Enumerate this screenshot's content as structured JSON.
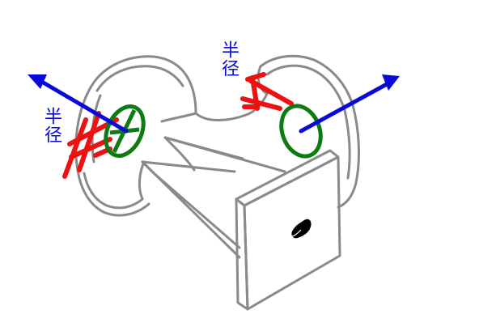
{
  "labels": {
    "radius_left": "半径",
    "radius_right": "半径"
  },
  "colors": {
    "outline": "#8a8a8a",
    "radius_arrow": "#0a0ad8",
    "dimension_marks": "#ee1111",
    "circle_marker": "#0e7a12",
    "background": "#ffffff"
  },
  "icons": {
    "part": "spool-mechanical-part",
    "arrow": "arrow-head",
    "mark": "black-blob"
  }
}
